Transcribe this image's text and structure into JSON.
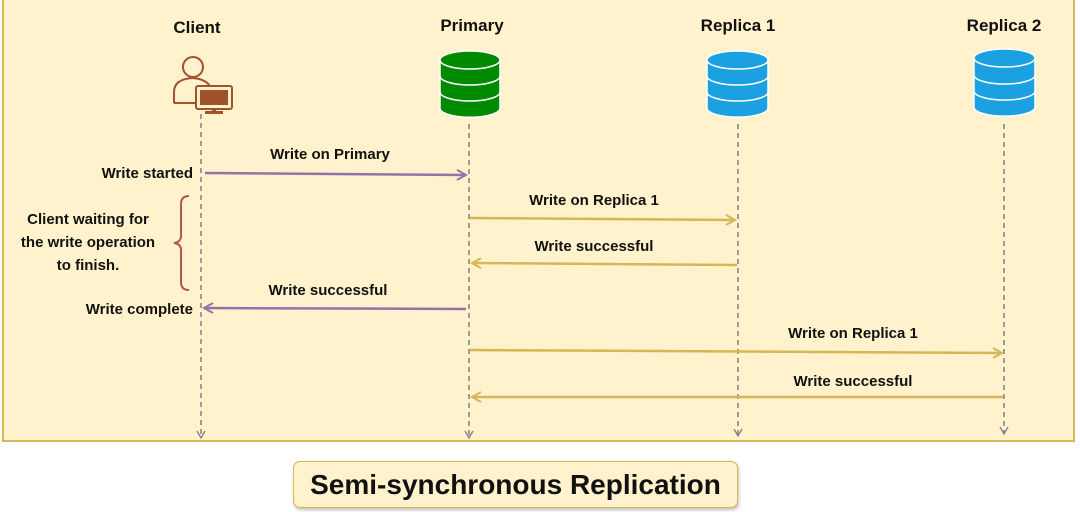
{
  "colors": {
    "background": "#fff2cc",
    "border": "#d6b656",
    "client_icon": "#a0522d",
    "primary_db": "#008a00",
    "replica_db": "#1ba1e2",
    "client_msg_arrow": "#9673a6",
    "replica_msg_arrow": "#d6b656",
    "brace": "#b85450",
    "lifeline": "#808080"
  },
  "actors": [
    {
      "id": "client",
      "label": "Client",
      "icon": "user-computer-icon"
    },
    {
      "id": "primary",
      "label": "Primary",
      "icon": "database-icon"
    },
    {
      "id": "replica1",
      "label": "Replica 1",
      "icon": "database-icon"
    },
    {
      "id": "replica2",
      "label": "Replica 2",
      "icon": "database-icon"
    }
  ],
  "side_labels": {
    "write_started": "Write started",
    "write_complete": "Write complete"
  },
  "note": {
    "lines": [
      "Client waiting for",
      "the write operation",
      "to finish."
    ]
  },
  "messages": [
    {
      "from": "client",
      "to": "primary",
      "label": "Write on Primary"
    },
    {
      "from": "primary",
      "to": "replica1",
      "label": "Write on Replica 1"
    },
    {
      "from": "replica1",
      "to": "primary",
      "label": "Write successful"
    },
    {
      "from": "primary",
      "to": "client",
      "label": "Write successful"
    },
    {
      "from": "primary",
      "to": "replica2",
      "label": "Write on Replica 1"
    },
    {
      "from": "replica2",
      "to": "primary",
      "label": "Write successful"
    }
  ],
  "title": "Semi-synchronous Replication"
}
